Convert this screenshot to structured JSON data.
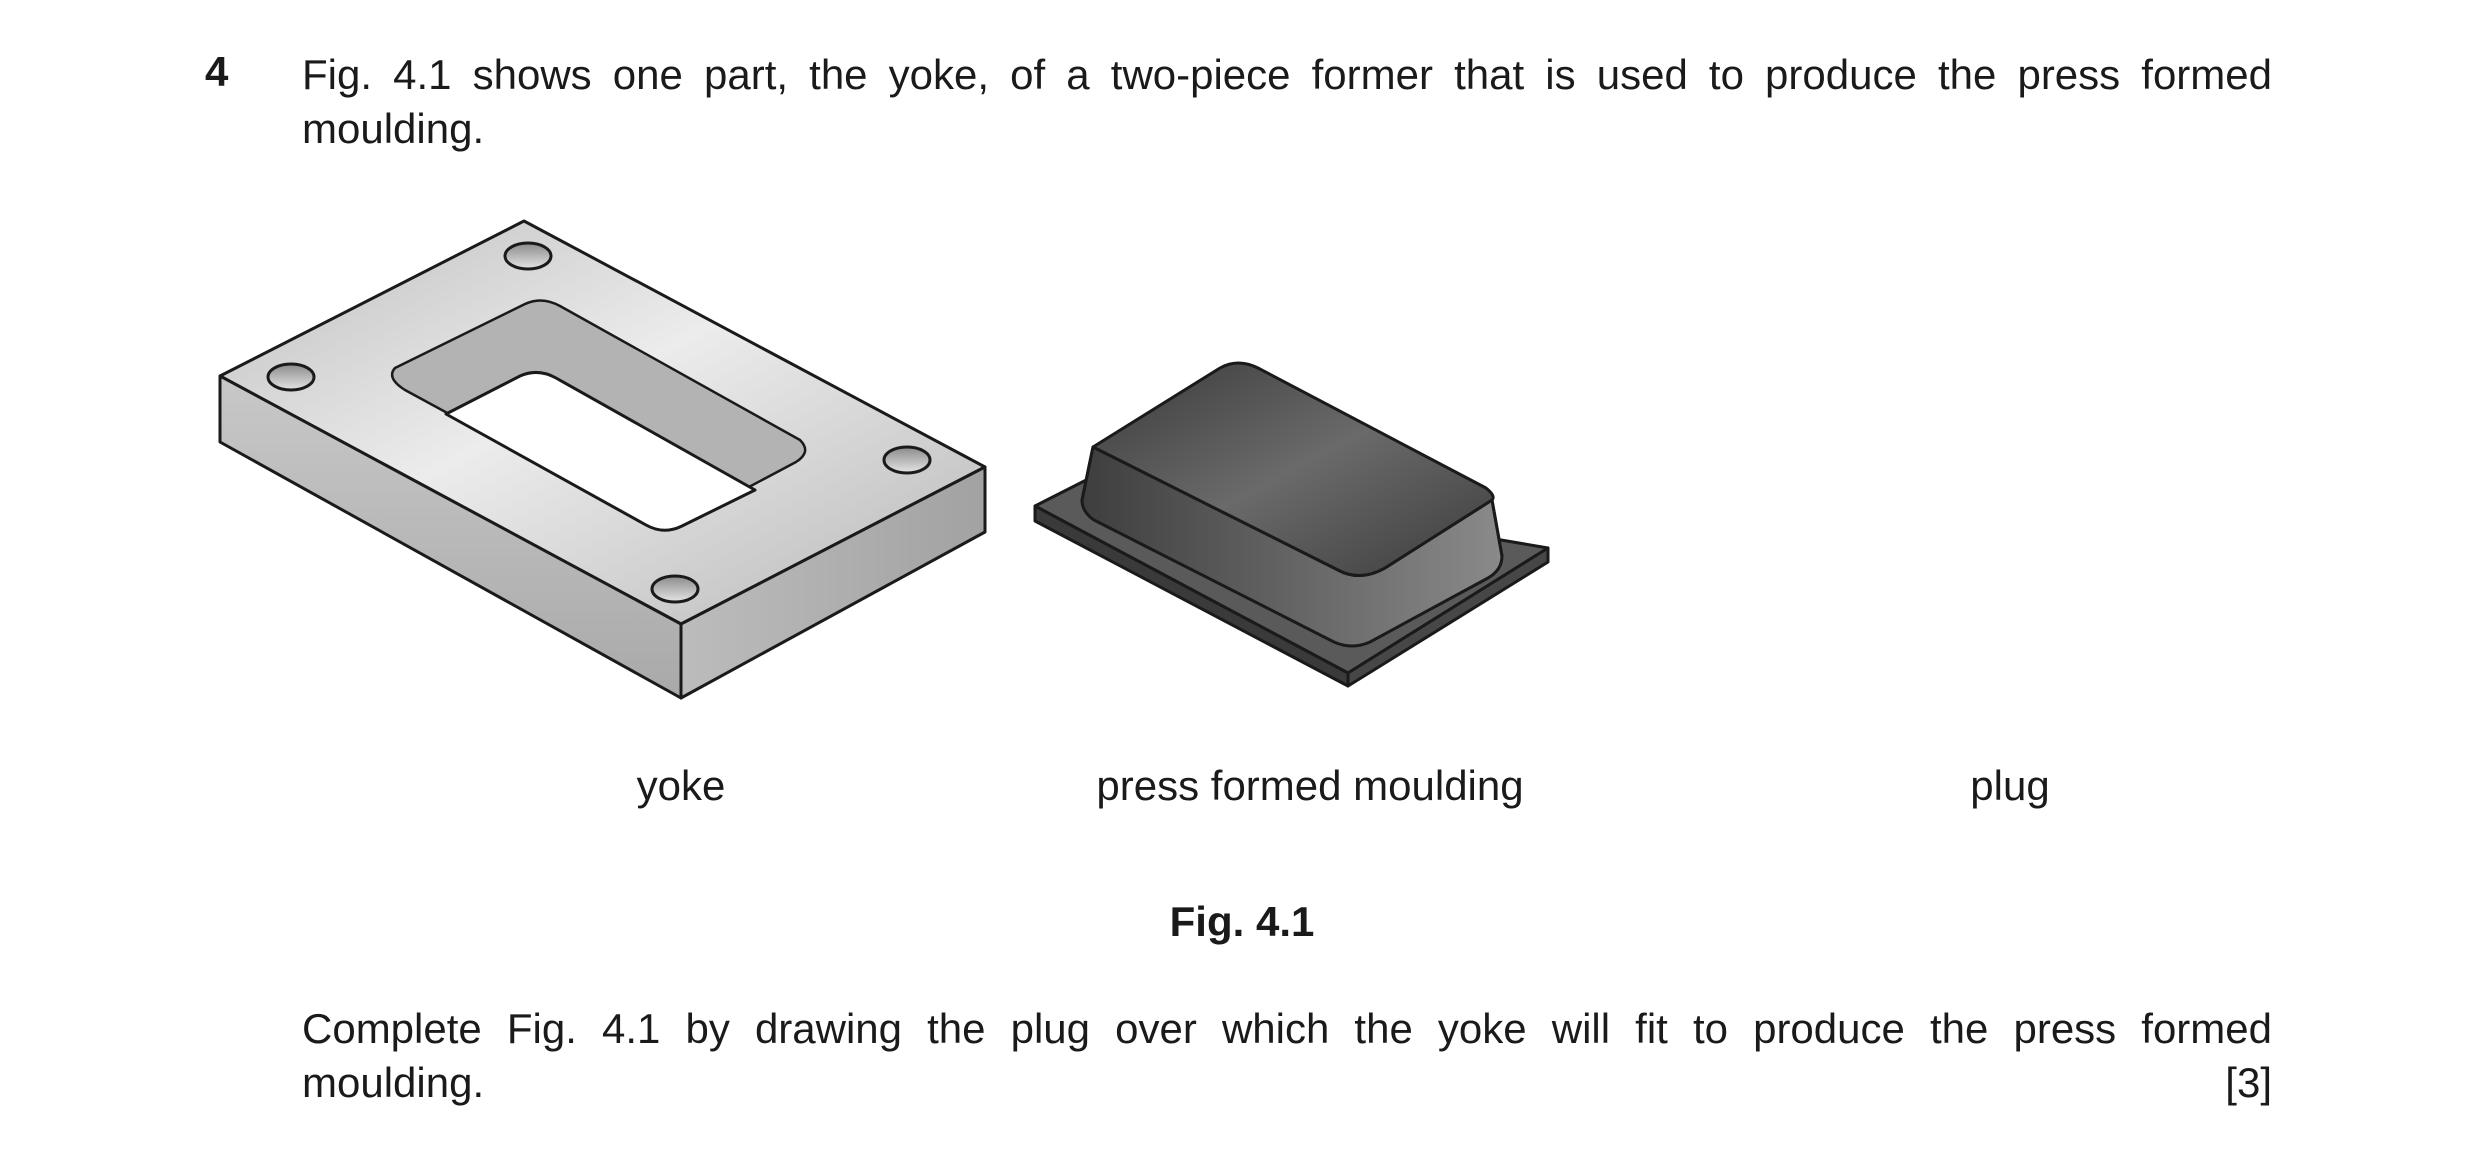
{
  "question": {
    "number": "4",
    "intro_line1": "Fig. 4.1 shows one part, the yoke, of a two-piece former that is used to produce the press formed",
    "intro_line2": "moulding."
  },
  "figure": {
    "labels": {
      "yoke": "yoke",
      "moulding": "press formed moulding",
      "plug": "plug"
    },
    "caption": "Fig. 4.1"
  },
  "task": {
    "line1": "Complete Fig. 4.1 by drawing the plug over which the yoke will fit to produce the press formed",
    "line2": "moulding.",
    "marks": "[3]"
  },
  "colors": {
    "text": "#1a1a1a",
    "yoke_top": "#d2d2d2",
    "yoke_side": "#b4b4b4",
    "moulding_body": "#4a4a4a",
    "moulding_flange": "#555555"
  }
}
